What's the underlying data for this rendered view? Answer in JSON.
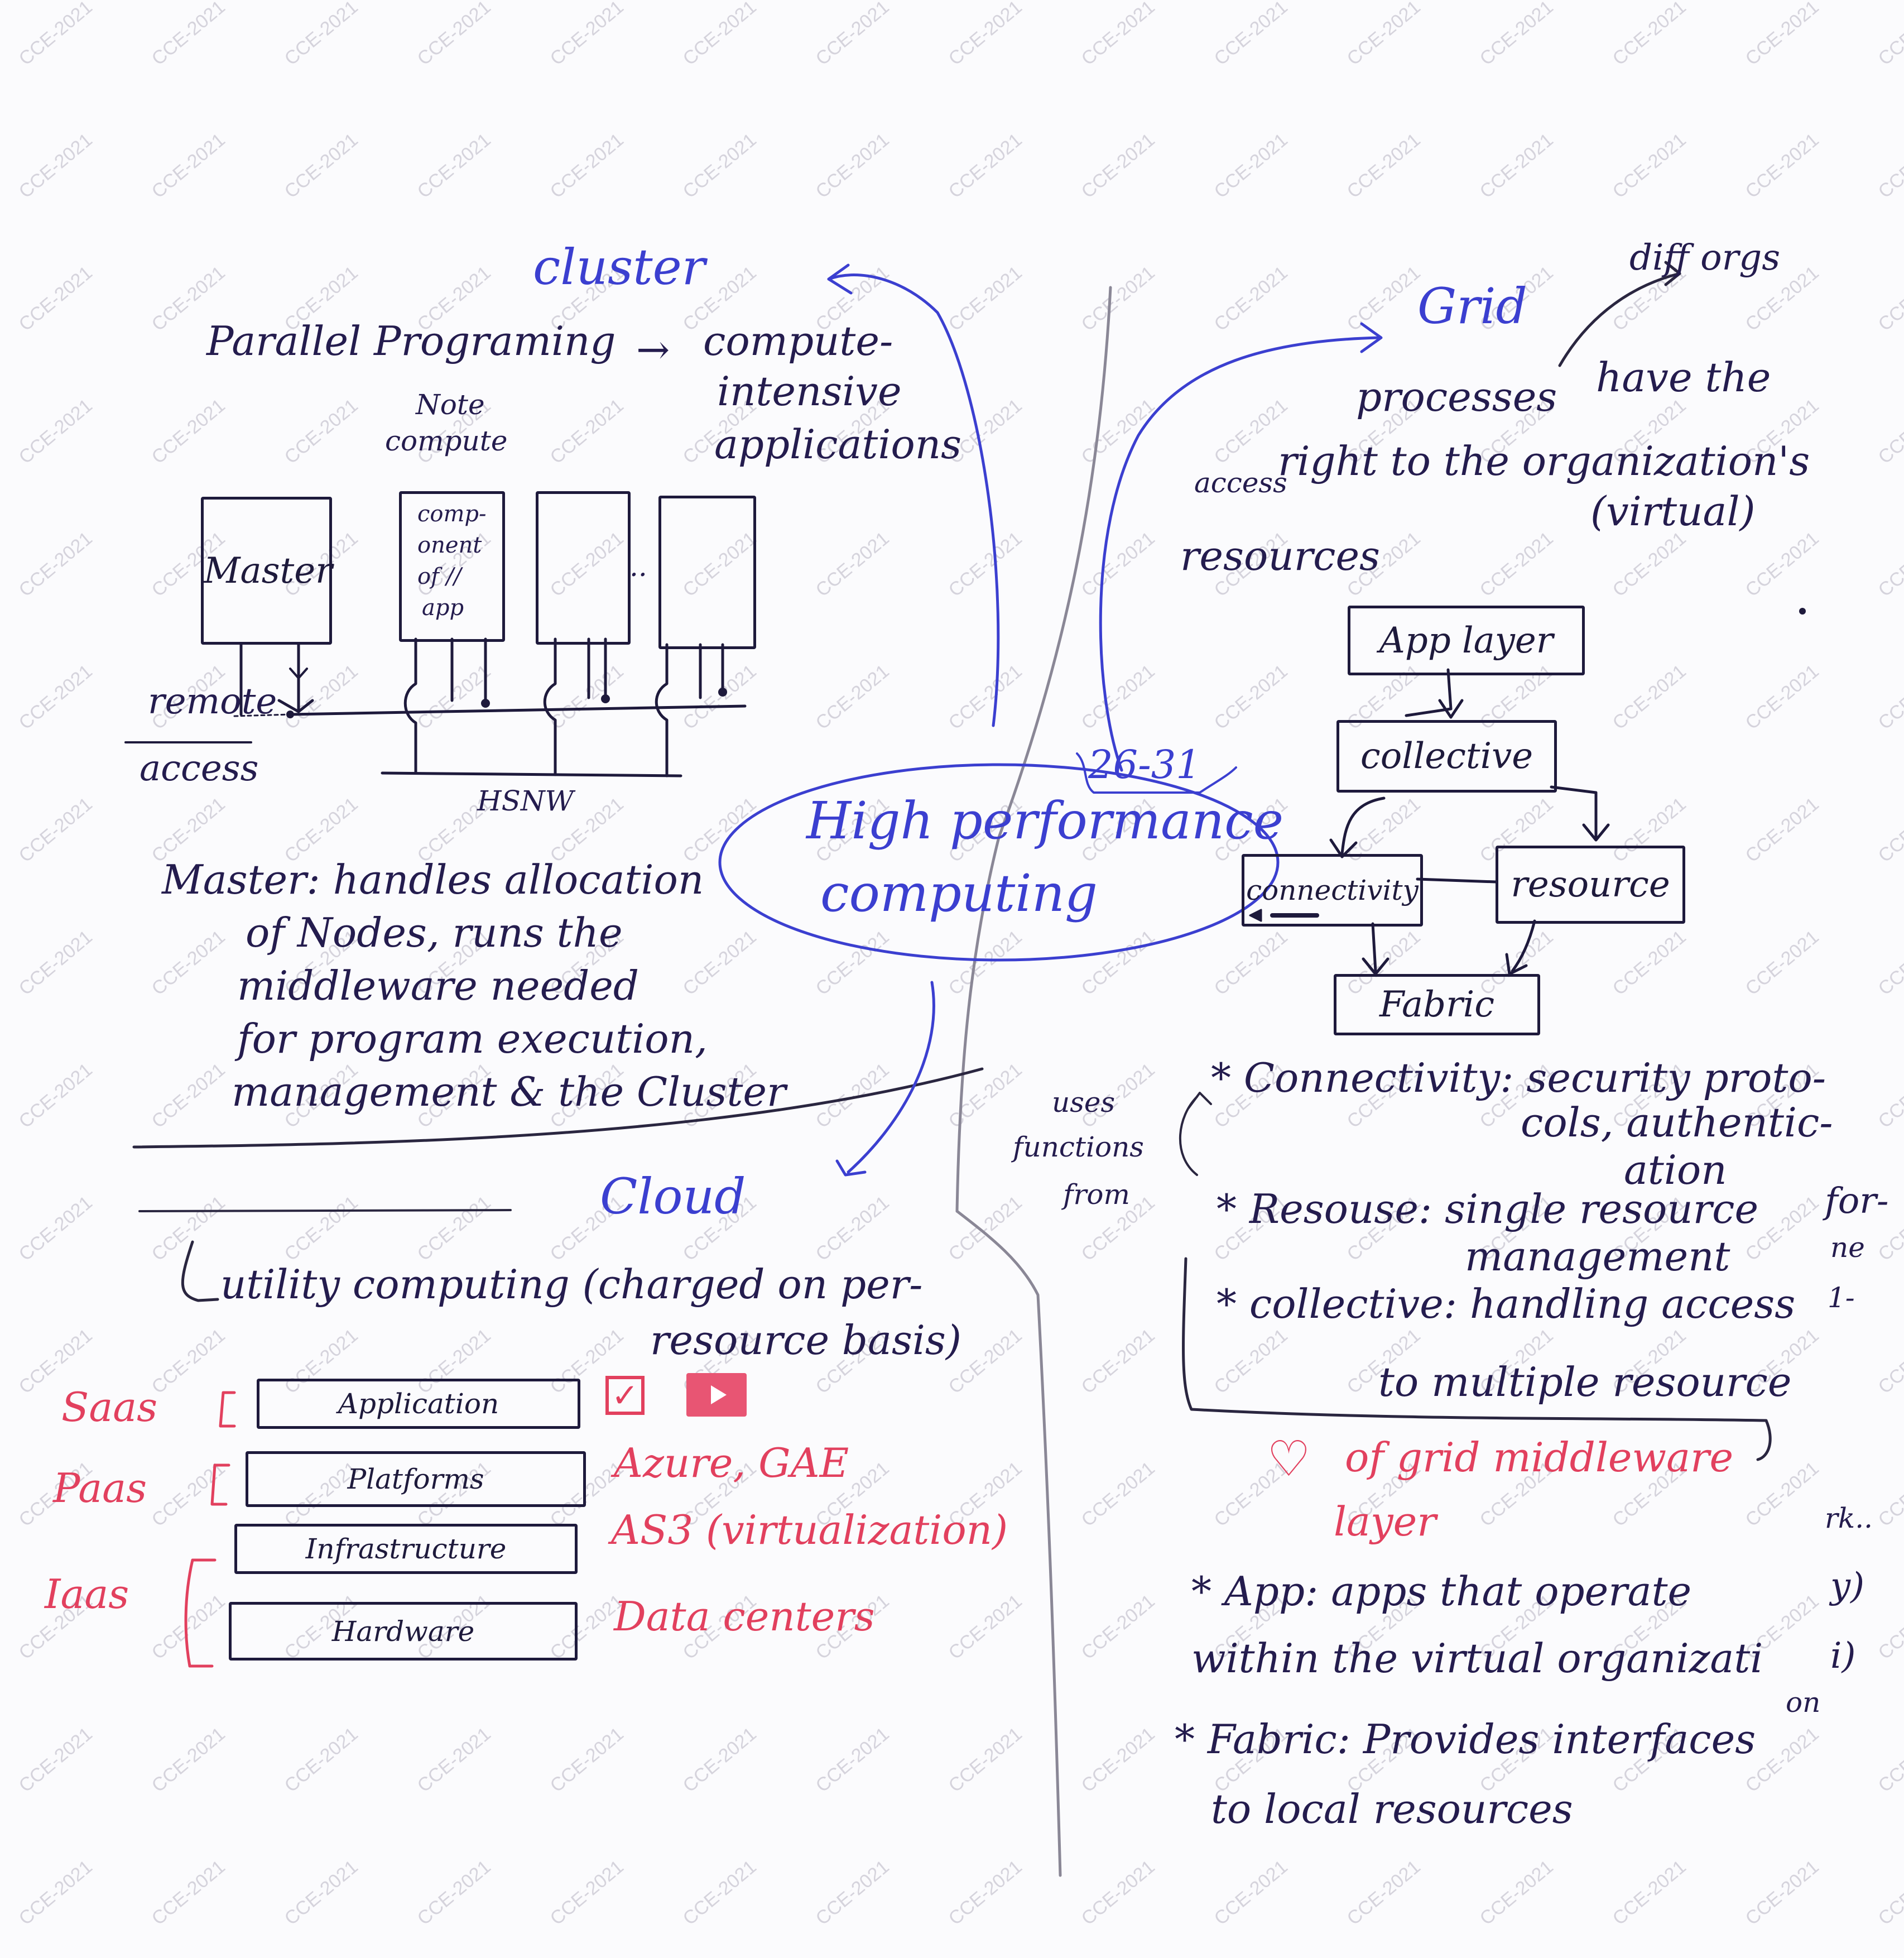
{
  "watermark": "CCE-2021",
  "center": {
    "title_line1": "High performance",
    "title_line2": "computing",
    "page_ref": "26-31"
  },
  "cluster": {
    "title": "cluster",
    "parallel": "Parallel Programing",
    "arrow": "→",
    "compute_1": "compute-",
    "compute_2": "intensive",
    "compute_3": "applications",
    "node_label_1": "Note",
    "node_label_2": "compute",
    "master": "Master",
    "component_1": "comp-",
    "component_2": "onent",
    "component_3": "of //",
    "component_4": "app",
    "dots": "..",
    "remote": "remote",
    "access": "access",
    "hsnw": "HSNW",
    "desc_1": "Master: handles allocation",
    "desc_2": "of Nodes, runs the",
    "desc_3": "middleware needed",
    "desc_4": "for program execution,",
    "desc_5": "management & the Cluster"
  },
  "grid": {
    "title": "Grid",
    "diff": "diff orgs",
    "line_1a": "processes",
    "line_1b": "have the",
    "line_2a": "access",
    "line_2b": "right to the organization's",
    "line_3": "(virtual)",
    "line_4": "resources",
    "layer_app": "App layer",
    "layer_collective": "collective",
    "layer_connectivity": "connectivity",
    "layer_resource": "resource",
    "layer_fabric": "Fabric",
    "uses_1": "uses",
    "uses_2": "functions",
    "uses_3": "from",
    "b1a": "* Connectivity: security proto-",
    "b1b": "cols, authentic-",
    "b1c": "ation",
    "b2a": "* Resouse: single resource",
    "b2b": "management",
    "b3a": "* collective: handling access",
    "b3b": "to multiple resource",
    "heart": "♡",
    "mw_1": "of grid middleware",
    "mw_2": "layer",
    "b4a": "* App: apps that operate",
    "b4b": "within the virtual organizati",
    "b4c": "on",
    "b5a": "* Fabric: Provides interfaces",
    "b5b": "to local resources",
    "edge_1": "for-",
    "edge_2": "ne",
    "edge_3": "1-",
    "edge_4": "rk..",
    "edge_5": "y)",
    "edge_6": "i)"
  },
  "cloud": {
    "title": "Cloud",
    "utility_1": "utility computing (charged on per-",
    "utility_2": "resource basis)",
    "saas": "Saas",
    "paas": "Paas",
    "iaas": "Iaas",
    "layer_app": "Application",
    "layer_platforms": "Platforms",
    "layer_infra": "Infrastructure",
    "layer_hw": "Hardware",
    "check_glyph": "✓",
    "ex_paas": "Azure, GAE",
    "ex_iaas": "AS3 (virtualization)",
    "ex_hw": "Data centers"
  }
}
